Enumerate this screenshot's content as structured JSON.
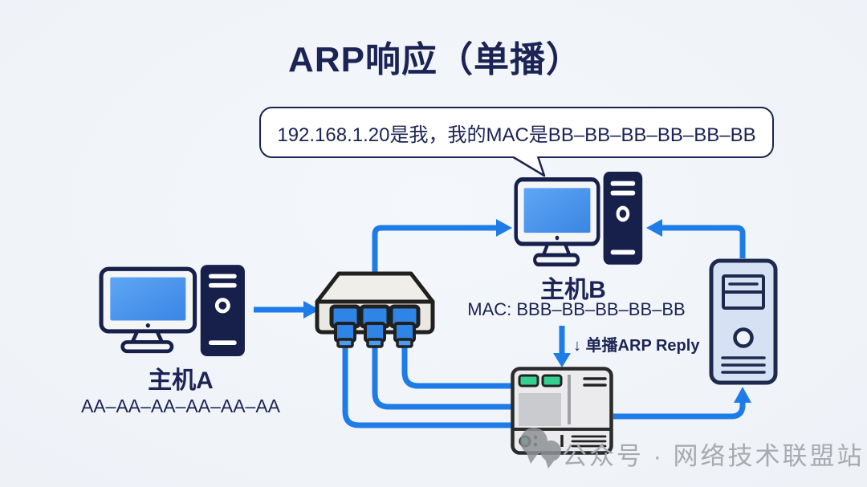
{
  "title": "ARP响应（单播）",
  "bubble": {
    "text": "192.168.1.20是我，我的MAC是BB–BB–BB–BB–BB–BB"
  },
  "hosts": {
    "a": {
      "label": "主机A",
      "mac": "AA–AA–AA–AA–AA–AA"
    },
    "b": {
      "label": "主机B",
      "mac": "MAC: BBB–BB–BB–BB–BB"
    }
  },
  "annotations": {
    "reply_label": "↓ 单播ARP Reply"
  },
  "watermark": {
    "text": "公众号 · 网络技术联盟站"
  },
  "icons": {
    "host_a": "desktop-computer-icon",
    "host_b": "desktop-computer-icon",
    "switch": "network-switch-icon",
    "server": "server-tower-icon",
    "router": "router-device-icon",
    "watermark": "chat-bubbles-icon",
    "bubble_tail": "speech-bubble-tail"
  },
  "colors": {
    "arrow": "#1E7CE8",
    "navy": "#1B2454",
    "tower_navy": "#17204A",
    "screen_blue_light": "#5FA6F4",
    "screen_blue_dark": "#3A85E4",
    "plug_blue": "#2E85E6",
    "led_green": "#35D08F",
    "bubble_bg": "#FFFFFF",
    "switch_body": "#EAE8E2",
    "server_body": "#D7E1F4",
    "router_body": "#EBEBED",
    "watermark_gray": "#A7AAAF"
  }
}
